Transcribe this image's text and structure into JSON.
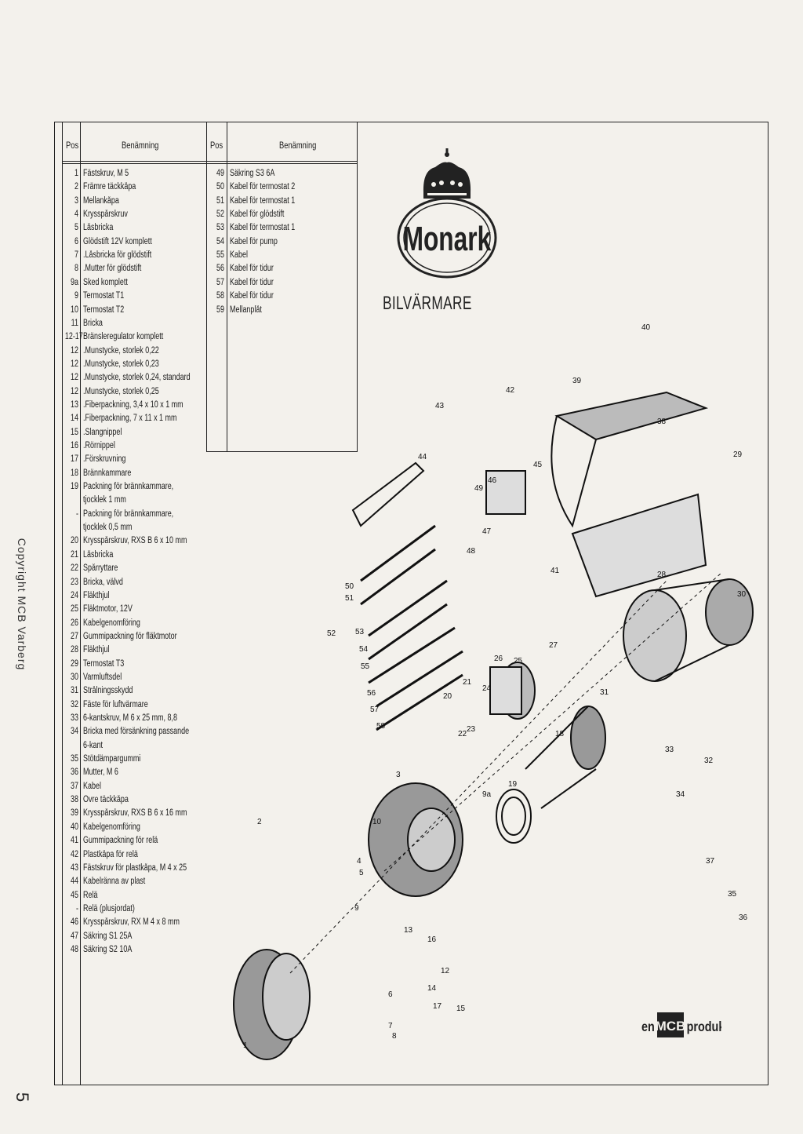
{
  "table": {
    "header": {
      "pos": "Pos",
      "name": "Benämning",
      "pos2": "Pos",
      "name2": "Benämning"
    },
    "left_rows": [
      {
        "pos": "1",
        "name": "Fästskruv, M 5"
      },
      {
        "pos": "2",
        "name": "Främre täckkåpa"
      },
      {
        "pos": "3",
        "name": "Mellankåpa"
      },
      {
        "pos": "4",
        "name": "Krysspårskruv"
      },
      {
        "pos": "5",
        "name": "Låsbricka"
      },
      {
        "pos": "6",
        "name": "Glödstift 12V komplett"
      },
      {
        "pos": "7",
        "name": ".Låsbricka för glödstift"
      },
      {
        "pos": "8",
        "name": ".Mutter för glödstift"
      },
      {
        "pos": "9a",
        "name": "Sked komplett"
      },
      {
        "pos": "9",
        "name": "Termostat T1"
      },
      {
        "pos": "10",
        "name": "Termostat T2"
      },
      {
        "pos": "11",
        "name": "Bricka"
      },
      {
        "pos": "12-17",
        "name": "Bränsleregulator komplett"
      },
      {
        "pos": "12",
        "name": ".Munstycke, storlek 0,22"
      },
      {
        "pos": "12",
        "name": ".Munstycke, storlek 0,23"
      },
      {
        "pos": "12",
        "name": ".Munstycke, storlek 0,24, standard"
      },
      {
        "pos": "12",
        "name": ".Munstycke, storlek 0,25"
      },
      {
        "pos": "13",
        "name": ".Fiberpackning, 3,4 x 10 x 1 mm"
      },
      {
        "pos": "14",
        "name": ".Fiberpackning, 7 x 11 x 1 mm"
      },
      {
        "pos": "15",
        "name": ".Slangnippel"
      },
      {
        "pos": "16",
        "name": ".Rörnippel"
      },
      {
        "pos": "17",
        "name": ".Förskruvning"
      },
      {
        "pos": "18",
        "name": "Brännkammare"
      },
      {
        "pos": "19",
        "name": "Packning för brännkammare,"
      },
      {
        "pos": "",
        "name": "tjocklek 1 mm"
      },
      {
        "pos": "-",
        "name": "Packning för brännkammare,"
      },
      {
        "pos": "",
        "name": "tjocklek 0,5 mm"
      },
      {
        "pos": "20",
        "name": "Krysspårskruv, RXS B 6 x 10 mm"
      },
      {
        "pos": "21",
        "name": "Låsbricka"
      },
      {
        "pos": "22",
        "name": "Spårryttare"
      },
      {
        "pos": "23",
        "name": "Bricka, välvd"
      },
      {
        "pos": "24",
        "name": "Fläkthjul"
      },
      {
        "pos": "25",
        "name": "Fläktmotor, 12V"
      },
      {
        "pos": "26",
        "name": "Kabelgenomföring"
      },
      {
        "pos": "27",
        "name": "Gummipackning för fläktmotor"
      },
      {
        "pos": "28",
        "name": "Fläkthjul"
      },
      {
        "pos": "29",
        "name": "Termostat T3"
      },
      {
        "pos": "30",
        "name": "Varmluftsdel"
      },
      {
        "pos": "31",
        "name": "Strålningsskydd"
      },
      {
        "pos": "32",
        "name": "Fäste för luftvärmare"
      },
      {
        "pos": "33",
        "name": "6-kantskruv, M 6 x 25 mm, 8,8"
      },
      {
        "pos": "34",
        "name": "Bricka med försänkning passande"
      },
      {
        "pos": "",
        "name": "6-kant"
      },
      {
        "pos": "35",
        "name": "Stötdämpargummi"
      },
      {
        "pos": "36",
        "name": "Mutter, M 6"
      },
      {
        "pos": "37",
        "name": "Kabel"
      },
      {
        "pos": "38",
        "name": "Övre täckkåpa"
      },
      {
        "pos": "39",
        "name": "Krysspårskruv, RXS B 6 x 16 mm"
      },
      {
        "pos": "40",
        "name": "Kabelgenomföring"
      },
      {
        "pos": "41",
        "name": "Gummipackning för relä"
      },
      {
        "pos": "42",
        "name": "Plastkåpa för relä"
      },
      {
        "pos": "43",
        "name": "Fästskruv för plastkåpa, M 4 x 25"
      },
      {
        "pos": "44",
        "name": "Kabelränna av plast"
      },
      {
        "pos": "45",
        "name": "Relä"
      },
      {
        "pos": "-",
        "name": "Relä (plusjordat)"
      },
      {
        "pos": "46",
        "name": "Krysspårskruv, RX M 4 x 8 mm"
      },
      {
        "pos": "47",
        "name": "Säkring S1 25A"
      },
      {
        "pos": "48",
        "name": "Säkring S2 10A"
      }
    ],
    "right_rows": [
      {
        "pos": "49",
        "name": "Säkring S3 6A"
      },
      {
        "pos": "50",
        "name": "Kabel för termostat 2"
      },
      {
        "pos": "51",
        "name": "Kabel för termostat 1"
      },
      {
        "pos": "52",
        "name": "Kabel för glödstift"
      },
      {
        "pos": "53",
        "name": "Kabel för termostat 1"
      },
      {
        "pos": "54",
        "name": "Kabel för pump"
      },
      {
        "pos": "55",
        "name": "Kabel"
      },
      {
        "pos": "56",
        "name": "Kabel för tidur"
      },
      {
        "pos": "57",
        "name": "Kabel för tidur"
      },
      {
        "pos": "58",
        "name": "Kabel för tidur"
      },
      {
        "pos": "59",
        "name": "Mellanplåt"
      }
    ]
  },
  "logo": {
    "brand": "Monark",
    "product": "BILVÄRMARE"
  },
  "side_text": "Copyright MCB Varberg",
  "page_number": "5",
  "footer_brand": {
    "prefix": "en",
    "mark": "MCB",
    "suffix": "produkt"
  },
  "callouts": [
    "1",
    "2",
    "3",
    "4",
    "5",
    "6",
    "7",
    "8",
    "9",
    "9a",
    "10",
    "12",
    "13",
    "14",
    "15",
    "16",
    "17",
    "18",
    "19",
    "20",
    "21",
    "22",
    "23",
    "24",
    "25",
    "26",
    "27",
    "28",
    "29",
    "30",
    "31",
    "32",
    "33",
    "34",
    "35",
    "36",
    "37",
    "38",
    "39",
    "40",
    "41",
    "42",
    "43",
    "44",
    "45",
    "46",
    "47",
    "48",
    "49",
    "50",
    "51",
    "52",
    "53",
    "54",
    "55",
    "56",
    "57",
    "58"
  ]
}
